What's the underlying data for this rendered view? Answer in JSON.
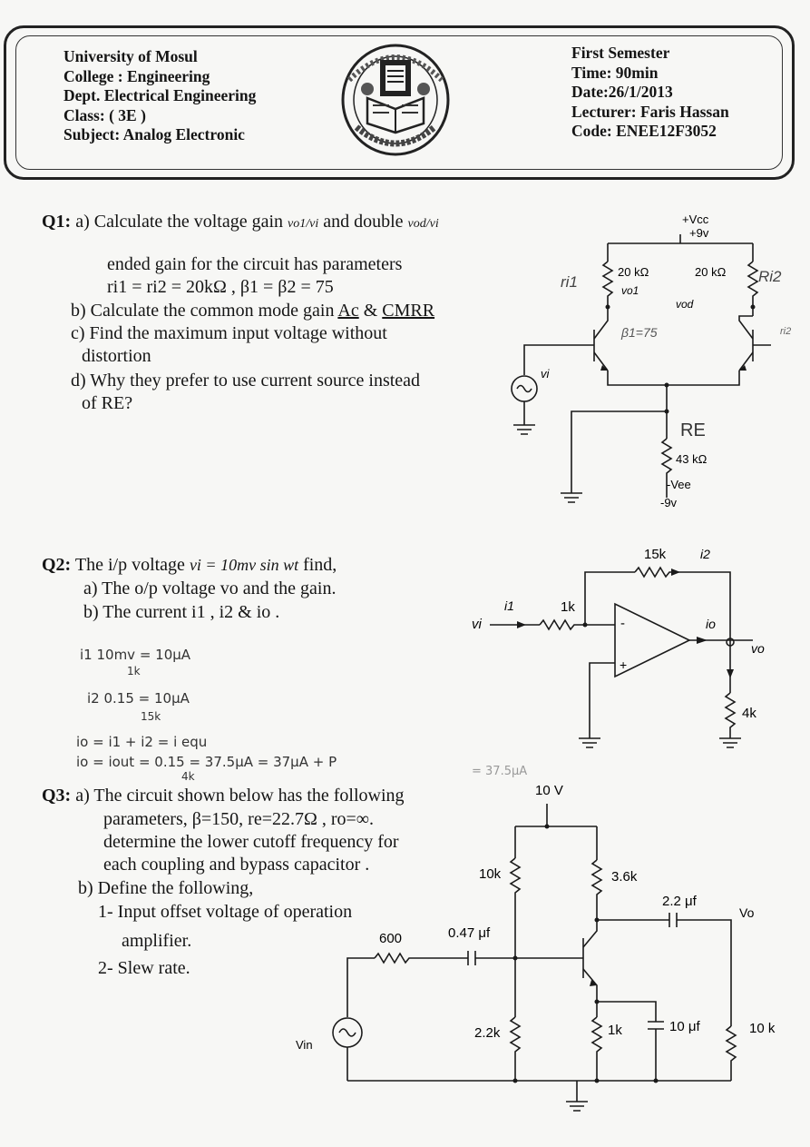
{
  "header": {
    "university": "University of Mosul",
    "college": "College : Engineering",
    "dept": "Dept. Electrical Engineering",
    "class": "Class: ( 3E )",
    "subject": "Subject: Analog Electronic",
    "semester": "First Semester",
    "time": "Time: 90min",
    "date": "Date:26/1/2013",
    "lecturer": "Lecturer: Faris Hassan",
    "code": "Code: ENEE12F3052"
  },
  "q1": {
    "label": "Q1:",
    "a_line1": "a) Calculate the voltage gain",
    "gain_single": "vo1/vi",
    "and_double": "and double",
    "gain_double": "vod/vi",
    "a_line2": "ended gain for the circuit has parameters",
    "a_line3": "ri1 = ri2 = 20kΩ , β1 = β2 = 75",
    "b_prefix": "b) Calculate the common mode gain",
    "b_ac": "Ac",
    "b_and": "&",
    "b_cmrr": "CMRR",
    "c_line1": "c)  Find   the   maximum   input   voltage   without",
    "c_line2": "distortion",
    "d_line1": "d) Why they prefer to use current source instead",
    "d_line2": "of RE?",
    "circuit": {
      "vcc": "+Vcc",
      "vcc_val": "+9v",
      "rc1": "20 kΩ",
      "rc2": "20 kΩ",
      "vo1": "vo1",
      "vod": "vod",
      "vi": "vi",
      "re": "43 kΩ",
      "vee": "-Vee",
      "vee_val": "-9v",
      "hw_re": "RE",
      "hw_ri1": "ri1",
      "hw_ri2": "Ri2",
      "hw_beta": "β1=75",
      "hw_note": "ri2"
    }
  },
  "q2": {
    "label": "Q2:",
    "line1_prefix": "The i/p voltage",
    "line1_expr": "vi = 10mv sin wt",
    "line1_suffix": "find,",
    "a": "a) The o/p voltage  vo  and the gain.",
    "b": "b) The current  i1 , i2 & io .",
    "circuit": {
      "rf": "15k",
      "i2": "i2",
      "r1": "1k",
      "i1": "i1",
      "vi": "vi",
      "io": "io",
      "vo": "vo",
      "rl": "4k",
      "minus": "-",
      "plus": "+"
    },
    "hand": {
      "line1": "i1   10mv  = 10μA",
      "line1_den": "1k",
      "line2": "i2        0.15     = 10μA",
      "line2_den": "15k",
      "line3": "io = i1 + i2 = i equ",
      "line4": "io = iout =  0.15  = 37.5μA   = 37μA + P",
      "line4_den": "4k",
      "line5": "= 37.5μA"
    }
  },
  "q3": {
    "label": "Q3:",
    "a_line1": "a) The circuit shown below has the following",
    "a_line2": "parameters, β=150,  re=22.7Ω , ro=∞.",
    "a_line3": "determine the  lower cutoff frequency for",
    "a_line4": "each coupling and bypass capacitor .",
    "b_line": "b) Define the following,",
    "item1a": "1- Input offset voltage of operation",
    "item1b": "amplifier.",
    "item2": "2- Slew rate.",
    "circuit": {
      "vcc": "10 V",
      "r1": "10k",
      "rc": "3.6k",
      "cout": "2.2 μf",
      "vo": "Vo",
      "rs": "600",
      "cin": "0.47 μf",
      "r2": "2.2k",
      "re": "1k",
      "ce": "10 μf",
      "rl": "10 k",
      "vin": "Vin"
    }
  }
}
